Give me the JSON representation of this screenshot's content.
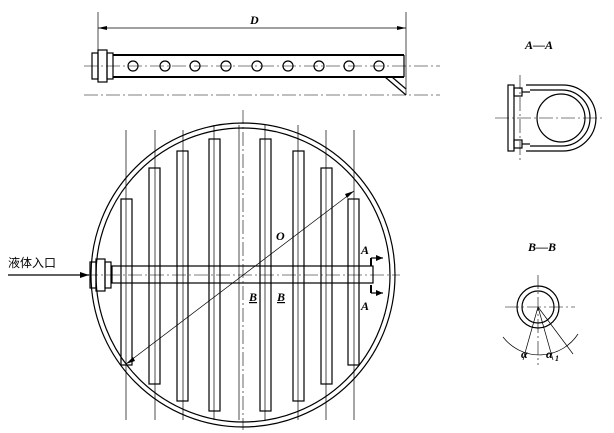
{
  "labels": {
    "dimension_d": "D",
    "section_aa": "A—A",
    "section_bb": "B—B",
    "liquid_inlet": "液体入口",
    "center_o": "O",
    "cut_a_top": "A",
    "cut_a_bottom": "A",
    "cut_b_left": "B",
    "cut_b_right": "B",
    "angle_alpha": "α",
    "angle_alpha1": "α",
    "angle_alpha1_sub": "1"
  }
}
